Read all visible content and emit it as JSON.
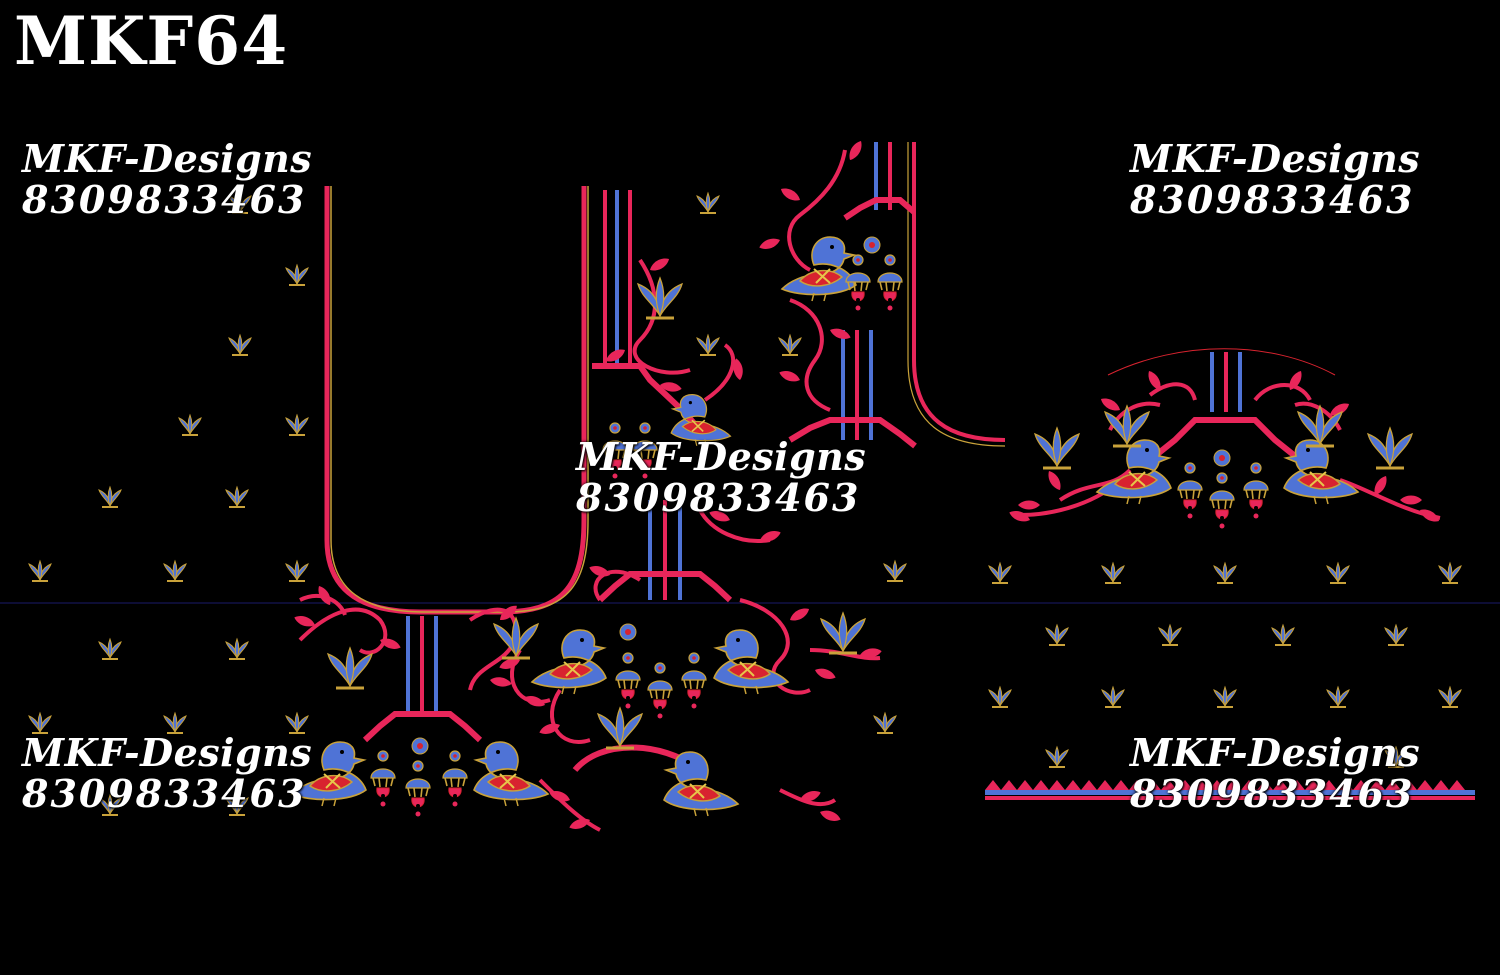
{
  "design_code": "MKF64",
  "watermarks": [
    {
      "brand": "MKF-Designs",
      "phone": "8309833463"
    },
    {
      "brand": "MKF-Designs",
      "phone": "8309833463"
    },
    {
      "brand": "MKF-Designs",
      "phone": "8309833463"
    },
    {
      "brand": "MKF-Designs",
      "phone": "8309833463"
    },
    {
      "brand": "MKF-Designs",
      "phone": "8309833463"
    }
  ],
  "colors": {
    "background": "#000000",
    "thread_pink": "#e8265a",
    "thread_blue": "#4f73d6",
    "thread_gold": "#c9a23a",
    "thread_red": "#d8232f",
    "text": "#ffffff"
  },
  "icons": [
    "bird-icon",
    "flower-icon",
    "lotus-motif-icon",
    "vine-icon",
    "jhumka-icon"
  ]
}
